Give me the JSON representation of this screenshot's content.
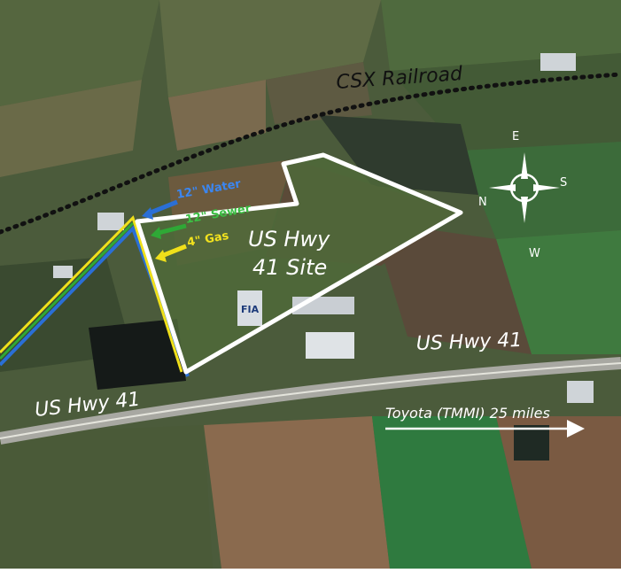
{
  "labels": {
    "railroad": "CSX Railroad",
    "site_line1": "US Hwy",
    "site_line2": "41 Site",
    "hwy_right": "US Hwy 41",
    "hwy_left": "US Hwy 41",
    "toyota": "Toyota (TMMI) 25 miles",
    "building": "FIA"
  },
  "utilities": {
    "water": "12\" Water",
    "sewer": "12\" Sewer",
    "gas": "4\" Gas"
  },
  "compass": {
    "n": "N",
    "e": "E",
    "s": "S",
    "w": "W"
  },
  "colors": {
    "water": "#2a6fd6",
    "sewer": "#2fa836",
    "gas": "#f0e01a",
    "site_outline": "#ffffff",
    "railroad": "#111111"
  }
}
